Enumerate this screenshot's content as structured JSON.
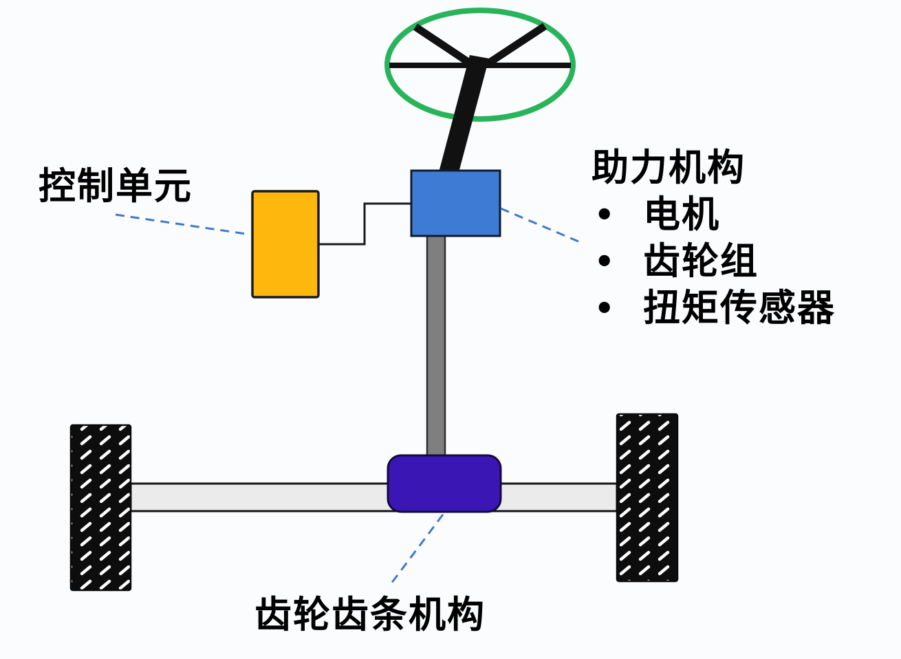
{
  "labels": {
    "control_unit": "控制单元",
    "assist": {
      "title": "助力机构",
      "items": [
        {
          "bullet": "•",
          "label": "电机"
        },
        {
          "bullet": "•",
          "label": "齿轮组"
        },
        {
          "bullet": "•",
          "label": "扭矩传感器"
        }
      ]
    },
    "rack_pinion": "齿轮齿条机构"
  },
  "colors": {
    "background": "#fbfcfe",
    "steering_wheel_rim": "#29b45b",
    "spokes_and_column": "#111111",
    "assist_box": "#3d7bd4",
    "control_unit_box": "#fdb70d",
    "rack_pinion_box": "#3a16b5",
    "shaft_gray": "#7f7f7f",
    "rack_bar": "#ebebeb",
    "tire_black": "#0d0d0d",
    "tire_hatch": "#ffffff",
    "connector_dashed": "#4377cc",
    "wire": "#1a1a1a",
    "label_text": "#000000"
  }
}
